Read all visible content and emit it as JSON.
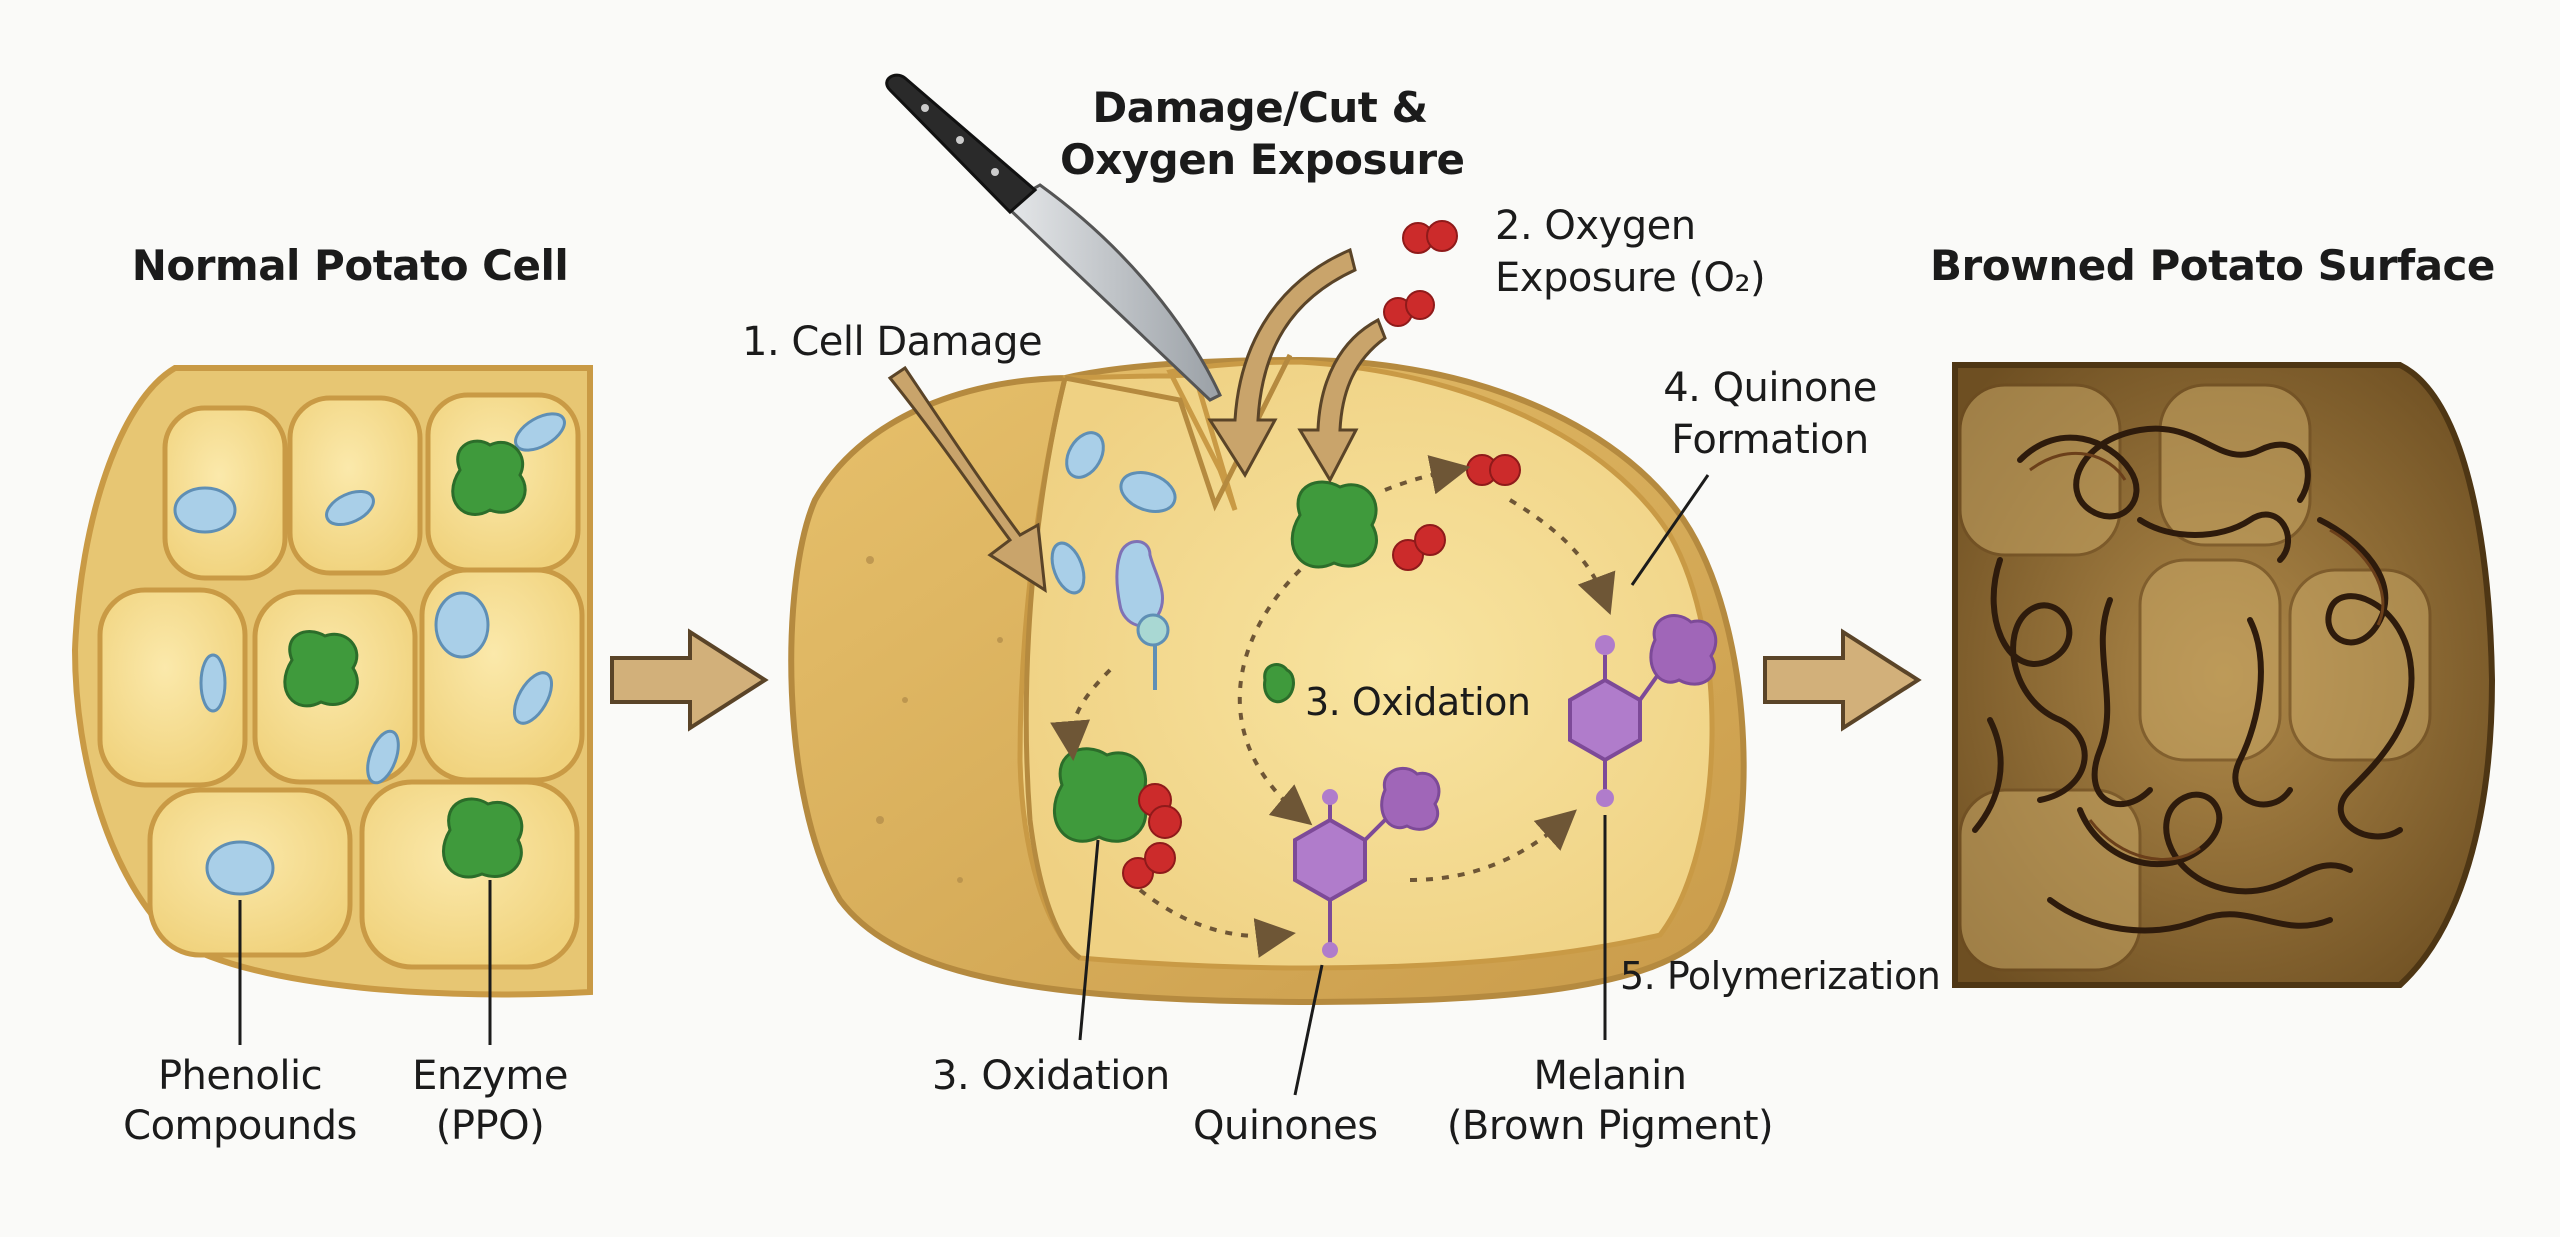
{
  "panels": {
    "normal": {
      "title": "Normal Potato Cell"
    },
    "damaged": {
      "title": "Damage/Cut &",
      "title_line2": "Oxygen Exposure"
    },
    "browned": {
      "title": "Browned Potato Surface"
    }
  },
  "labels": {
    "phenolic_line1": "Phenolic",
    "phenolic_line2": "Compounds",
    "enzyme_line1": "Enzyme",
    "enzyme_line2": "(PPO)",
    "step1": "1. Cell Damage",
    "step2_line1": "2. Oxygen",
    "step2_line2": "Exposure (O₂)",
    "step3_inner": "3. Oxidation",
    "step3_outer": "3. Oxidation",
    "step4_line1": "4. Quinone",
    "step4_line2": "Formation",
    "step5": "5. Polymerization",
    "quinones": "Quinones",
    "melanin_line1": "Melanin",
    "melanin_line2": "(Brown Pigment)"
  },
  "colors": {
    "potato_flesh": "#f2d98c",
    "potato_skin": "#d8b15a",
    "cell_wall": "#c99a45",
    "phenolic": "#a9cfe8",
    "enzyme": "#3f9a3c",
    "oxygen": "#cc2b2b",
    "quinone": "#a066b8",
    "melanin": "#3b2412",
    "arrow": "#c9a46b"
  },
  "icons": [
    "knife-icon",
    "oxygen-molecule-icon",
    "enzyme-icon",
    "quinone-molecule-icon",
    "process-arrow-icon"
  ]
}
